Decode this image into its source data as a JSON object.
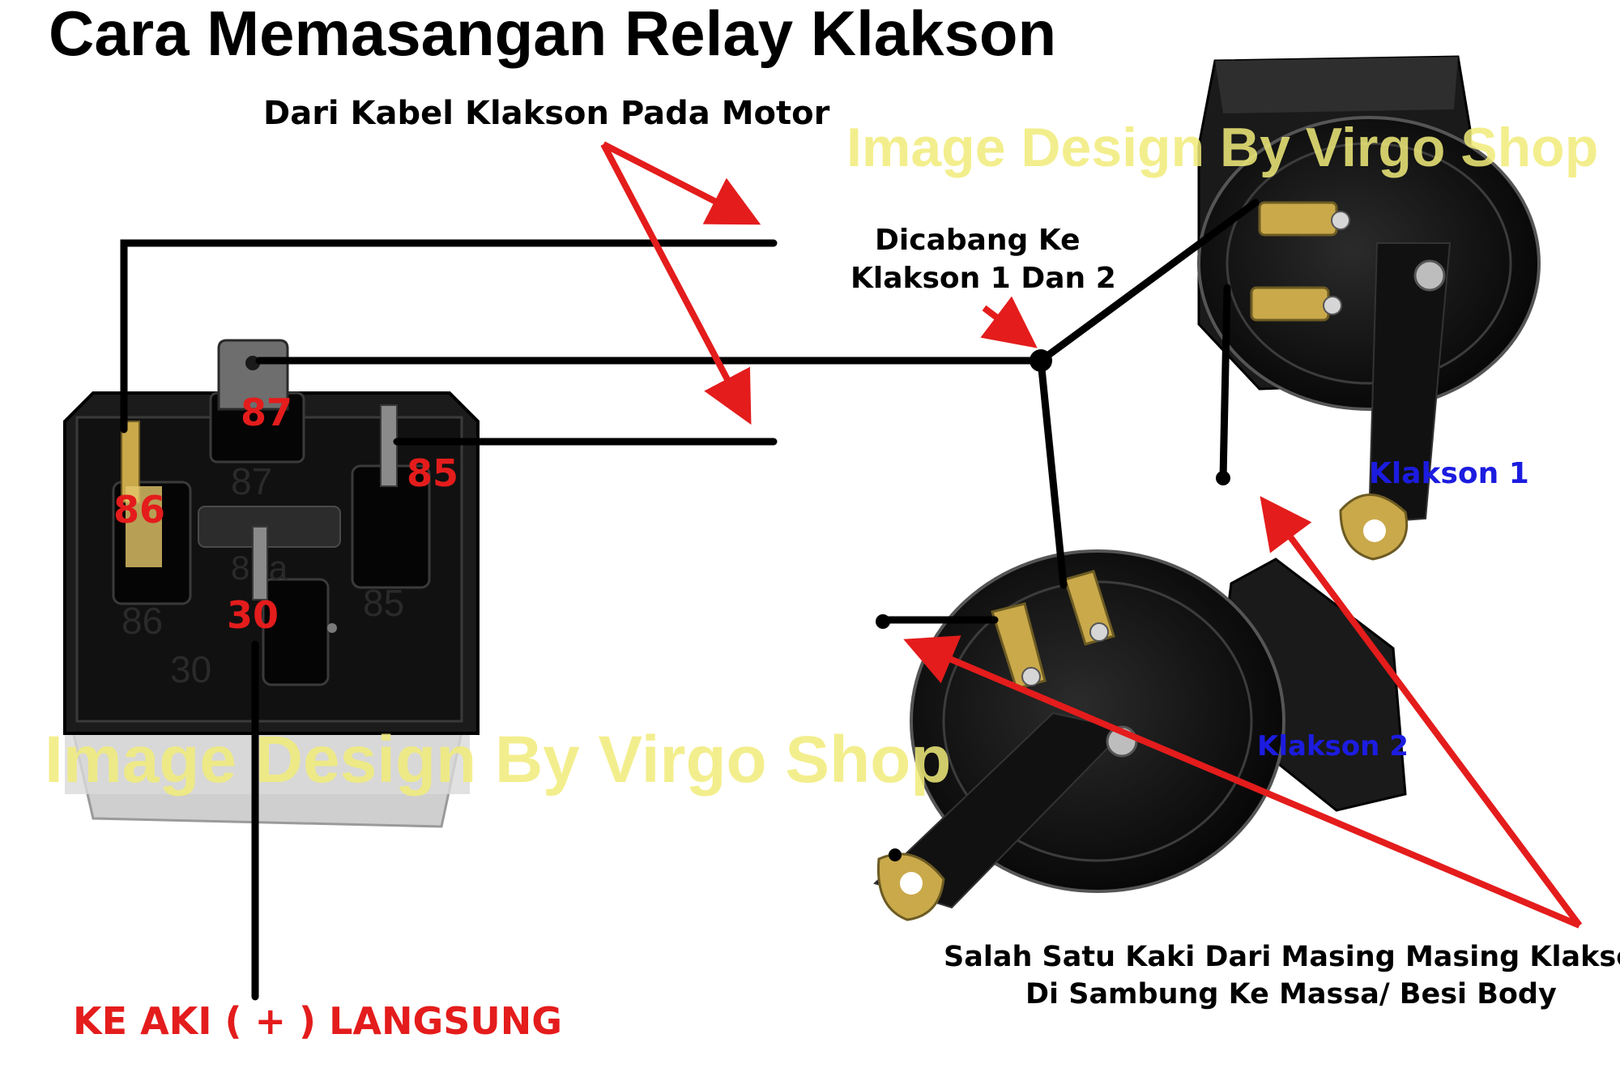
{
  "title": "Cara Memasangan Relay Klakson",
  "labels": {
    "from_motor": "Dari Kabel Klakson Pada Motor",
    "branch_line1": "Dicabang Ke",
    "branch_line2": "Klakson 1 Dan 2",
    "battery": "KE AKI ( + ) LANGSUNG",
    "ground_line1": "Salah Satu Kaki Dari Masing Masing Klakson",
    "ground_line2": "Di Sambung Ke Massa/ Besi Body",
    "horn1": "Klakson  1",
    "horn2": "Klakson 2",
    "watermark": "Image Design By Virgo Shop"
  },
  "relay": {
    "pins": [
      "87",
      "85",
      "86",
      "30"
    ],
    "embossed": [
      "87",
      "87a",
      "86",
      "85",
      "30"
    ]
  },
  "colors": {
    "wire": "#000000",
    "arrow": "#e41c1c",
    "pin_label": "#e41c1c",
    "horn_label": "#1c1ce0",
    "watermark": "#f1ec7a",
    "relay_body": "#1a1a1a",
    "terminal": "#c9a94a"
  }
}
